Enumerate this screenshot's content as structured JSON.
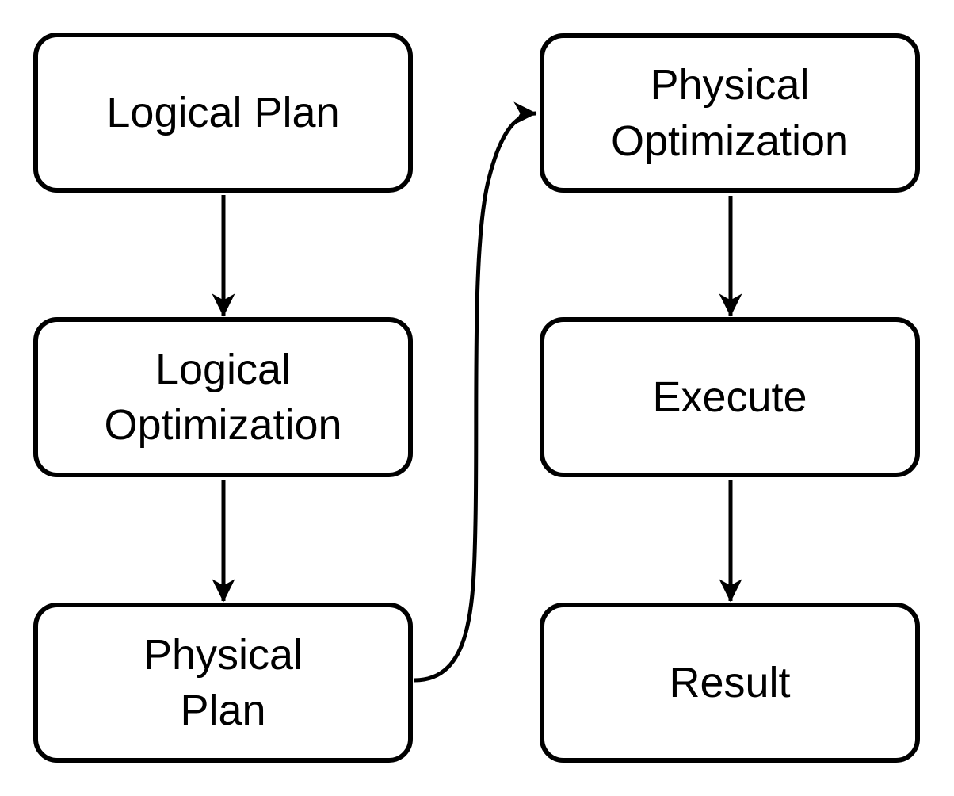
{
  "diagram": {
    "type": "flowchart",
    "colors": {
      "node_stroke": "#000000",
      "node_fill": "#ffffff",
      "text": "#000000",
      "background": "#ffffff"
    },
    "nodes": {
      "logical_plan": {
        "label": "Logical Plan"
      },
      "logical_optimization": {
        "label": "Logical\nOptimization"
      },
      "physical_plan": {
        "label": "Physical\nPlan"
      },
      "physical_optimization": {
        "label": "Physical\nOptimization"
      },
      "execute": {
        "label": "Execute"
      },
      "result": {
        "label": "Result"
      }
    },
    "edges": [
      {
        "from": "logical_plan",
        "to": "logical_optimization",
        "shape": "straight-down-arrow"
      },
      {
        "from": "logical_optimization",
        "to": "physical_plan",
        "shape": "straight-down-arrow"
      },
      {
        "from": "physical_plan",
        "to": "physical_optimization",
        "shape": "curved-right-up-arrow"
      },
      {
        "from": "physical_optimization",
        "to": "execute",
        "shape": "straight-down-arrow"
      },
      {
        "from": "execute",
        "to": "result",
        "shape": "straight-down-arrow"
      }
    ]
  }
}
